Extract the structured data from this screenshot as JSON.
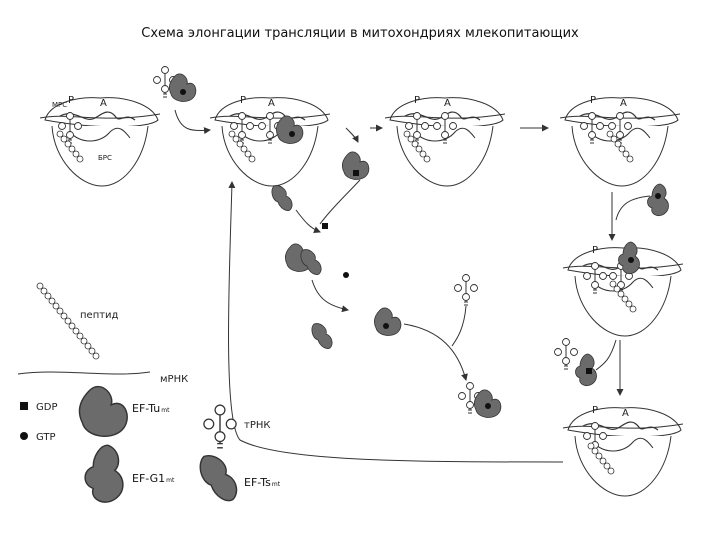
{
  "title": "Схема элонгации трансляции в митохондриях млекопитающих",
  "ribosome_labels": {
    "mpc": "МРС",
    "bpc": "БРС",
    "p_site": "P",
    "a_site": "A"
  },
  "legend": {
    "peptide": "пептид",
    "mrna": "мРНК",
    "gdp": "GDP",
    "gtp": "GTP",
    "ef_tu": "EF-Tu",
    "ef_tu_sub": "mt",
    "trna": "тРНК",
    "ef_g1": "EF-G1",
    "ef_g1_sub": "mt",
    "ef_ts": "EF-Ts",
    "ef_ts_sub": "mt"
  },
  "colors": {
    "factor_fill": "#6b6b6b",
    "line": "#333333",
    "background": "#ffffff"
  }
}
